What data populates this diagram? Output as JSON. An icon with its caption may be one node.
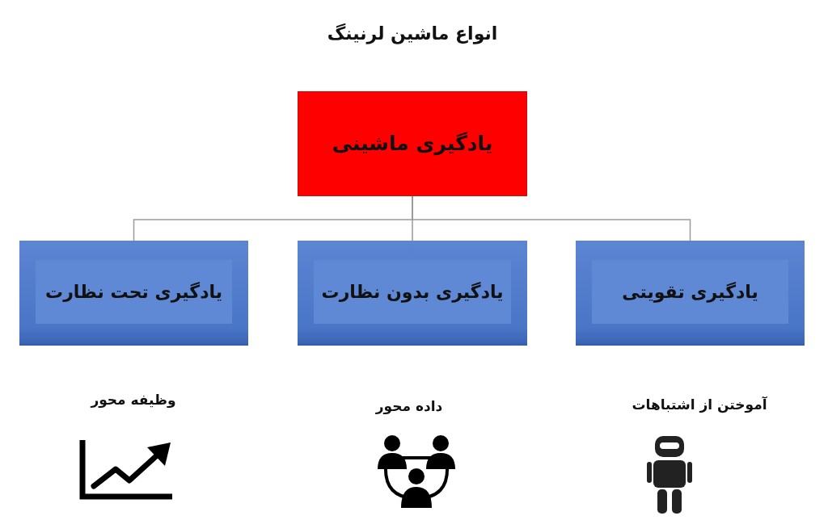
{
  "diagram": {
    "title": "انواع ماشین لرنینگ",
    "nodes": [
      {
        "text": [
          "یادگیری ماشینی"
        ]
      },
      {
        "text": [
          "یادگیری تقویتی"
        ]
      },
      {
        "text": [
          "یادگیری بدون نظارت"
        ]
      },
      {
        "text": [
          "یادگیری تحت نظارت"
        ]
      }
    ],
    "edges": [
      {
        "from": 0,
        "to": 1,
        "arrow": "none"
      },
      {
        "from": 0,
        "to": 2,
        "arrow": "none"
      },
      {
        "from": 0,
        "to": 3,
        "arrow": "none"
      }
    ],
    "labels": [
      "آموختن از اشتباهات",
      "داده محور",
      "وظیفه محور"
    ]
  }
}
